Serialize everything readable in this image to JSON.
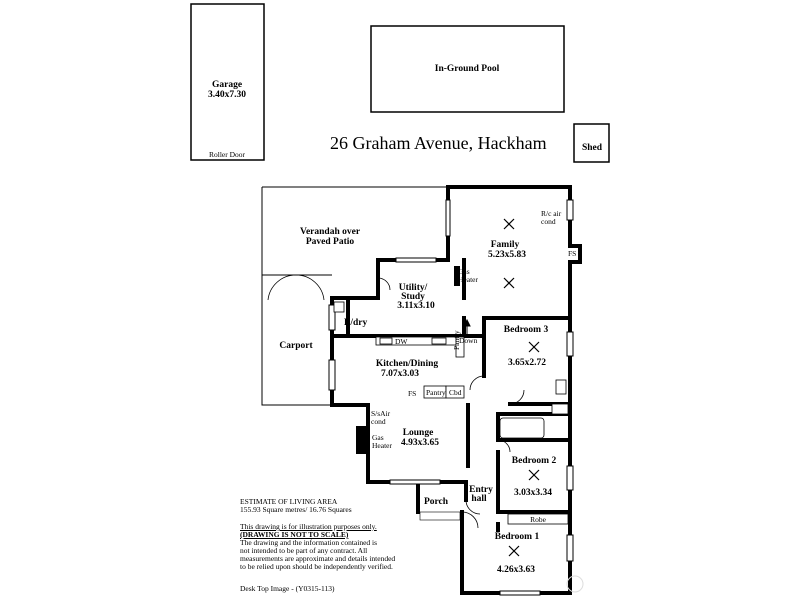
{
  "address": "26 Graham Avenue,  Hackham",
  "outbuildings": {
    "garage": {
      "name": "Garage",
      "size": "3.40x7.30",
      "door": "Roller Door"
    },
    "pool": {
      "name": "In-Ground Pool"
    },
    "shed": {
      "name": "Shed"
    }
  },
  "rooms": {
    "verandah": {
      "line1": "Verandah over",
      "line2": "Paved Patio"
    },
    "family": {
      "name": "Family",
      "size": "5.23x5.83"
    },
    "rc_air": {
      "line1": "R/c air",
      "line2": "cond"
    },
    "fs_family": "FS",
    "gas_heater_family": {
      "line1": "Gas",
      "line2": "Heater"
    },
    "utility": {
      "line1": "Utility/",
      "line2": "Study",
      "size": "3.11x3.10"
    },
    "ldry": "L/dry",
    "carport": "Carport",
    "dw": "DW",
    "down": "Down",
    "pantry_v": "Pantry",
    "bedroom3": {
      "name": "Bedroom 3",
      "size": "3.65x2.72"
    },
    "kitchen": {
      "name": "Kitchen/Dining",
      "size": "7.07x3.03"
    },
    "fs_kitchen": "FS",
    "pantry": "Pantry",
    "cbd": "Cbd",
    "ssaircond": {
      "line1": "S/sAir",
      "line2": "cond"
    },
    "gas_heater_lounge": {
      "line1": "Gas",
      "line2": "Heater"
    },
    "lounge": {
      "name": "Lounge",
      "size": "4.93x3.65"
    },
    "bedroom2": {
      "name": "Bedroom 2",
      "size": "3.03x3.34"
    },
    "porch": "Porch",
    "entry": {
      "line1": "Entry",
      "line2": "hall"
    },
    "robe": "Robe",
    "bedroom1": {
      "name": "Bedroom 1",
      "size": "4.26x3.63"
    }
  },
  "area": {
    "heading": "ESTIMATE OF LIVING AREA",
    "value": "155.93 Square metres/  16.76 Squares"
  },
  "disclaimer": {
    "line1": "This drawing is for illustration purposes only.",
    "line2": "(DRAWING IS NOT TO SCALE)",
    "line3": "The drawing and the information contained is",
    "line4": "not intended to be part of any contract.  All",
    "line5": "measurements are approximate and details intended",
    "line6": "to be relied upon should be independently verified."
  },
  "footer": "Desk Top Image - (Y0315-113)"
}
